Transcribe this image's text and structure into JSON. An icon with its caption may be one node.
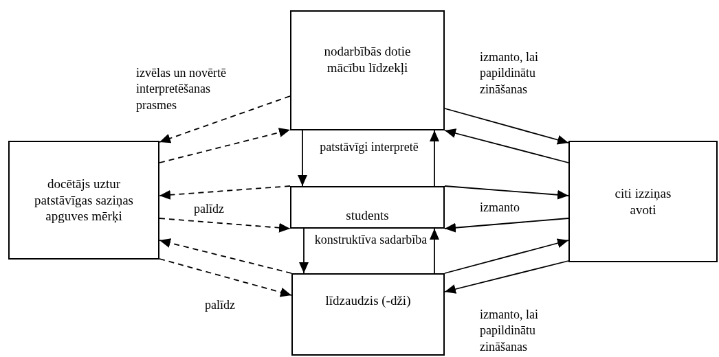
{
  "diagram": {
    "nodes": [
      {
        "text": [
          "docētājs uztur patstāvīgas saziņas apguves mērķi"
        ]
      },
      {
        "text": [
          "nodarbībās dotie mācību līdzekļi"
        ]
      },
      {
        "text": [
          "students"
        ]
      },
      {
        "text": [
          "līdzaudzis (-dži)"
        ]
      },
      {
        "text": [
          "citi izziņas avoti"
        ]
      }
    ],
    "edges": [
      {
        "from": 1,
        "to": 0,
        "arrow": "to",
        "style": "dashed",
        "label": "izvēlas un novērtē interpretēšanas prasmes"
      },
      {
        "from": 0,
        "to": 1,
        "arrow": "to",
        "style": "dashed"
      },
      {
        "from": 2,
        "to": 0,
        "arrow": "to",
        "style": "dashed",
        "label": "palīdz"
      },
      {
        "from": 0,
        "to": 2,
        "arrow": "to",
        "style": "dashed"
      },
      {
        "from": 3,
        "to": 0,
        "arrow": "to",
        "style": "dashed"
      },
      {
        "from": 0,
        "to": 3,
        "arrow": "to",
        "style": "dashed",
        "label": "palīdz"
      },
      {
        "from": 1,
        "to": 2,
        "arrow": "to",
        "label": "patstāvīgi interpretē"
      },
      {
        "from": 2,
        "to": 1,
        "arrow": "to"
      },
      {
        "from": 2,
        "to": 3,
        "arrow": "to",
        "label": "konstruktīva sadarbība"
      },
      {
        "from": 3,
        "to": 2,
        "arrow": "to"
      },
      {
        "from": 1,
        "to": 4,
        "arrow": "to",
        "label": "izmanto, lai papildinātu zināšanas"
      },
      {
        "from": 4,
        "to": 1,
        "arrow": "to"
      },
      {
        "from": 2,
        "to": 4,
        "arrow": "to",
        "label": "izmanto"
      },
      {
        "from": 4,
        "to": 2,
        "arrow": "to"
      },
      {
        "from": 3,
        "to": 4,
        "arrow": "to"
      },
      {
        "from": 4,
        "to": 3,
        "arrow": "to",
        "label": "izmanto, lai papildinātu zināšanas"
      }
    ]
  }
}
